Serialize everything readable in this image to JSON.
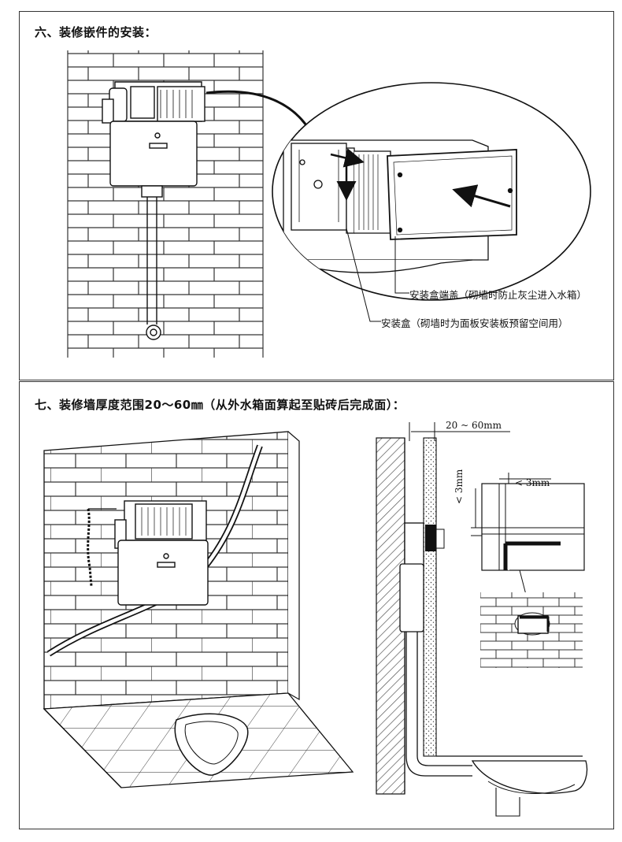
{
  "section6": {
    "title": "六、装修嵌件的安装：",
    "callout_cover": "安装盒端盖（砌墙时防止灰尘进入水箱）",
    "callout_box": "安装盒（砌墙时为面板安装板预留空间用）"
  },
  "section7": {
    "title": "七、装修墙厚度范围20～60㎜（从外水箱面算起至贴砖后完成面）：",
    "dim_thickness": "20 ~ 60mm",
    "dim_gap_h": "< 3mm",
    "dim_gap_v": "< 3mm"
  },
  "colors": {
    "line": "#222222",
    "hatch": "#555555",
    "panel_border": "#333333"
  }
}
